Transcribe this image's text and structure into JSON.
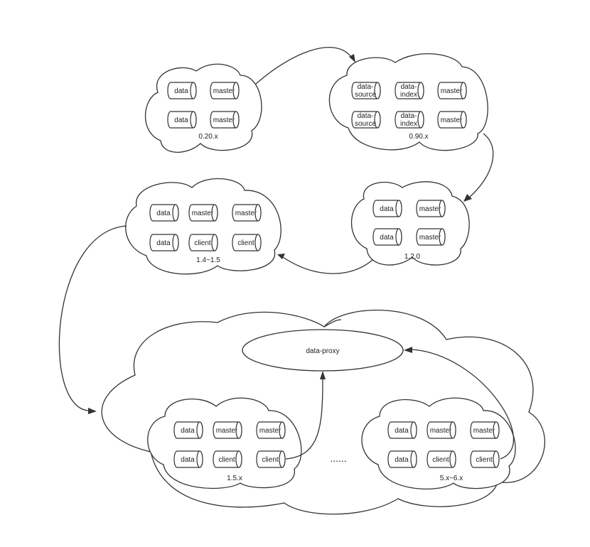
{
  "clusters": [
    {
      "version": "0.20.x",
      "nodes": [
        "data",
        "master",
        "data",
        "master"
      ]
    },
    {
      "version": "0.90.x",
      "nodes": [
        "data-source",
        "data-index",
        "master",
        "data-source",
        "data-index",
        "master"
      ]
    },
    {
      "version": "1.2.0",
      "nodes": [
        "data",
        "master",
        "data",
        "master"
      ]
    },
    {
      "version": "1.4~1.5",
      "nodes": [
        "data",
        "master",
        "master",
        "data",
        "client",
        "client"
      ]
    },
    {
      "version": "1.5.x",
      "nodes": [
        "data",
        "master",
        "master",
        "data",
        "client",
        "client"
      ]
    },
    {
      "version": "5.x~6.x",
      "nodes": [
        "data",
        "master",
        "master",
        "data",
        "client",
        "client"
      ]
    }
  ],
  "proxy": {
    "label": "data-proxy"
  },
  "ellipsis": "......"
}
